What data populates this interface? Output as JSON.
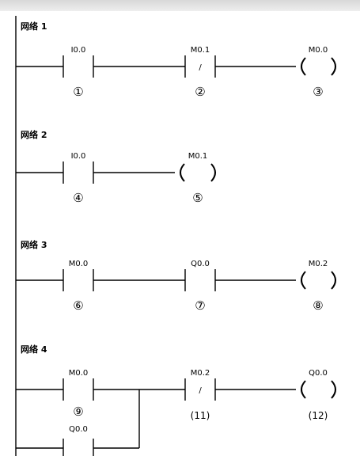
{
  "networks": [
    {
      "title": "网络 1",
      "elements": [
        {
          "type": "contact_no",
          "address": "I0.0",
          "number": "①"
        },
        {
          "type": "contact_nc",
          "address": "M0.1",
          "number": "②"
        },
        {
          "type": "coil",
          "address": "M0.0",
          "number": "③"
        }
      ]
    },
    {
      "title": "网络 2",
      "elements": [
        {
          "type": "contact_no",
          "address": "I0.0",
          "number": "④"
        },
        {
          "type": "coil",
          "address": "M0.1",
          "number": "⑤"
        }
      ]
    },
    {
      "title": "网络 3",
      "elements": [
        {
          "type": "contact_no",
          "address": "M0.0",
          "number": "⑥"
        },
        {
          "type": "contact_no",
          "address": "Q0.0",
          "number": "⑦"
        },
        {
          "type": "coil",
          "address": "M0.2",
          "number": "⑧"
        }
      ]
    },
    {
      "title": "网络 4",
      "elements": [
        {
          "type": "contact_no",
          "address": "M0.0",
          "number": "⑨"
        },
        {
          "type": "contact_nc",
          "address": "M0.2",
          "number": "(11)"
        },
        {
          "type": "coil",
          "address": "Q0.0",
          "number": "(12)"
        },
        {
          "type": "contact_no",
          "address": "Q0.0",
          "number": ""
        }
      ]
    }
  ],
  "contact_nc_mark": "/"
}
